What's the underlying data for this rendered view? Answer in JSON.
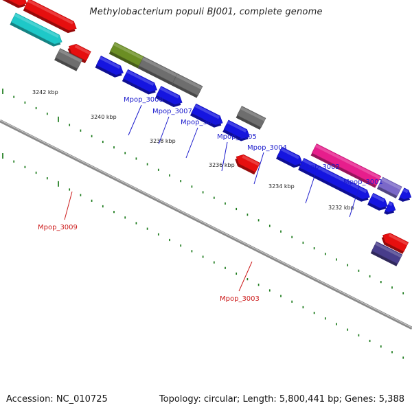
{
  "title": "Methylobacterium populi BJ001, complete genome",
  "footer": {
    "accession": "Accession: NC_010725",
    "summary": "Topology: circular; Length: 5,800,441 bp; Genes: 5,388"
  },
  "scale": {
    "labels": [
      "3242 kbp",
      "3240 kbp",
      "3238 kbp",
      "3236 kbp",
      "3234 kbp",
      "3232 kbp"
    ]
  },
  "colors": {
    "backbone": "#8a8a8a",
    "tick": "#1a7a1a",
    "forward_label": "#1a1acc",
    "reverse_label": "#cc1a1a",
    "blue": "#1515e0",
    "red": "#e60f0f",
    "gray": "#6e6e6e",
    "olive": "#6b8e23",
    "cyan": "#1ec8c8",
    "magenta": "#e61e8c",
    "lavender": "#7b68c8",
    "slate": "#483d8b"
  },
  "gene_labels": [
    {
      "text": "Mpop_3008",
      "strand": "forward"
    },
    {
      "text": "Mpop_3007",
      "strand": "forward"
    },
    {
      "text": "Mpop_3006",
      "strand": "forward"
    },
    {
      "text": "Mpop_3005",
      "strand": "forward"
    },
    {
      "text": "Mpop_3004",
      "strand": "forward"
    },
    {
      "text": "Mpop_3002",
      "strand": "forward"
    },
    {
      "text": "Mpop_3001",
      "strand": "forward"
    },
    {
      "text": "Mpop_3009",
      "strand": "reverse"
    },
    {
      "text": "Mpop_3003",
      "strand": "reverse"
    }
  ]
}
